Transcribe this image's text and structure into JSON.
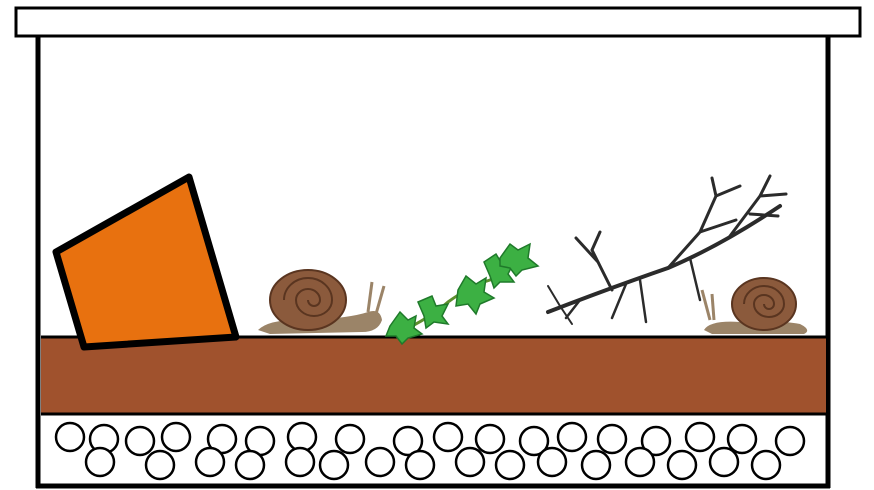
{
  "scene": {
    "colors": {
      "outline": "#000000",
      "lid_fill": "#ffffff",
      "soil": "#a0522d",
      "pot": "#e8710f",
      "pebble_fill": "#ffffff",
      "ivy_leaf": "#3cb043",
      "ivy_leaf_dark": "#1f7a2a",
      "ivy_stem": "#5e8f2e",
      "snail_shell": "#8b5a3c",
      "snail_shell_dark": "#5a3520",
      "snail_body": "#9b8468",
      "twig": "#2b2b2b"
    },
    "elements": [
      "terrarium-lid",
      "tank-walls",
      "substrate-soil",
      "pebble-layer",
      "flower-pot",
      "snail",
      "ivy-sprig",
      "twig-branch"
    ]
  }
}
